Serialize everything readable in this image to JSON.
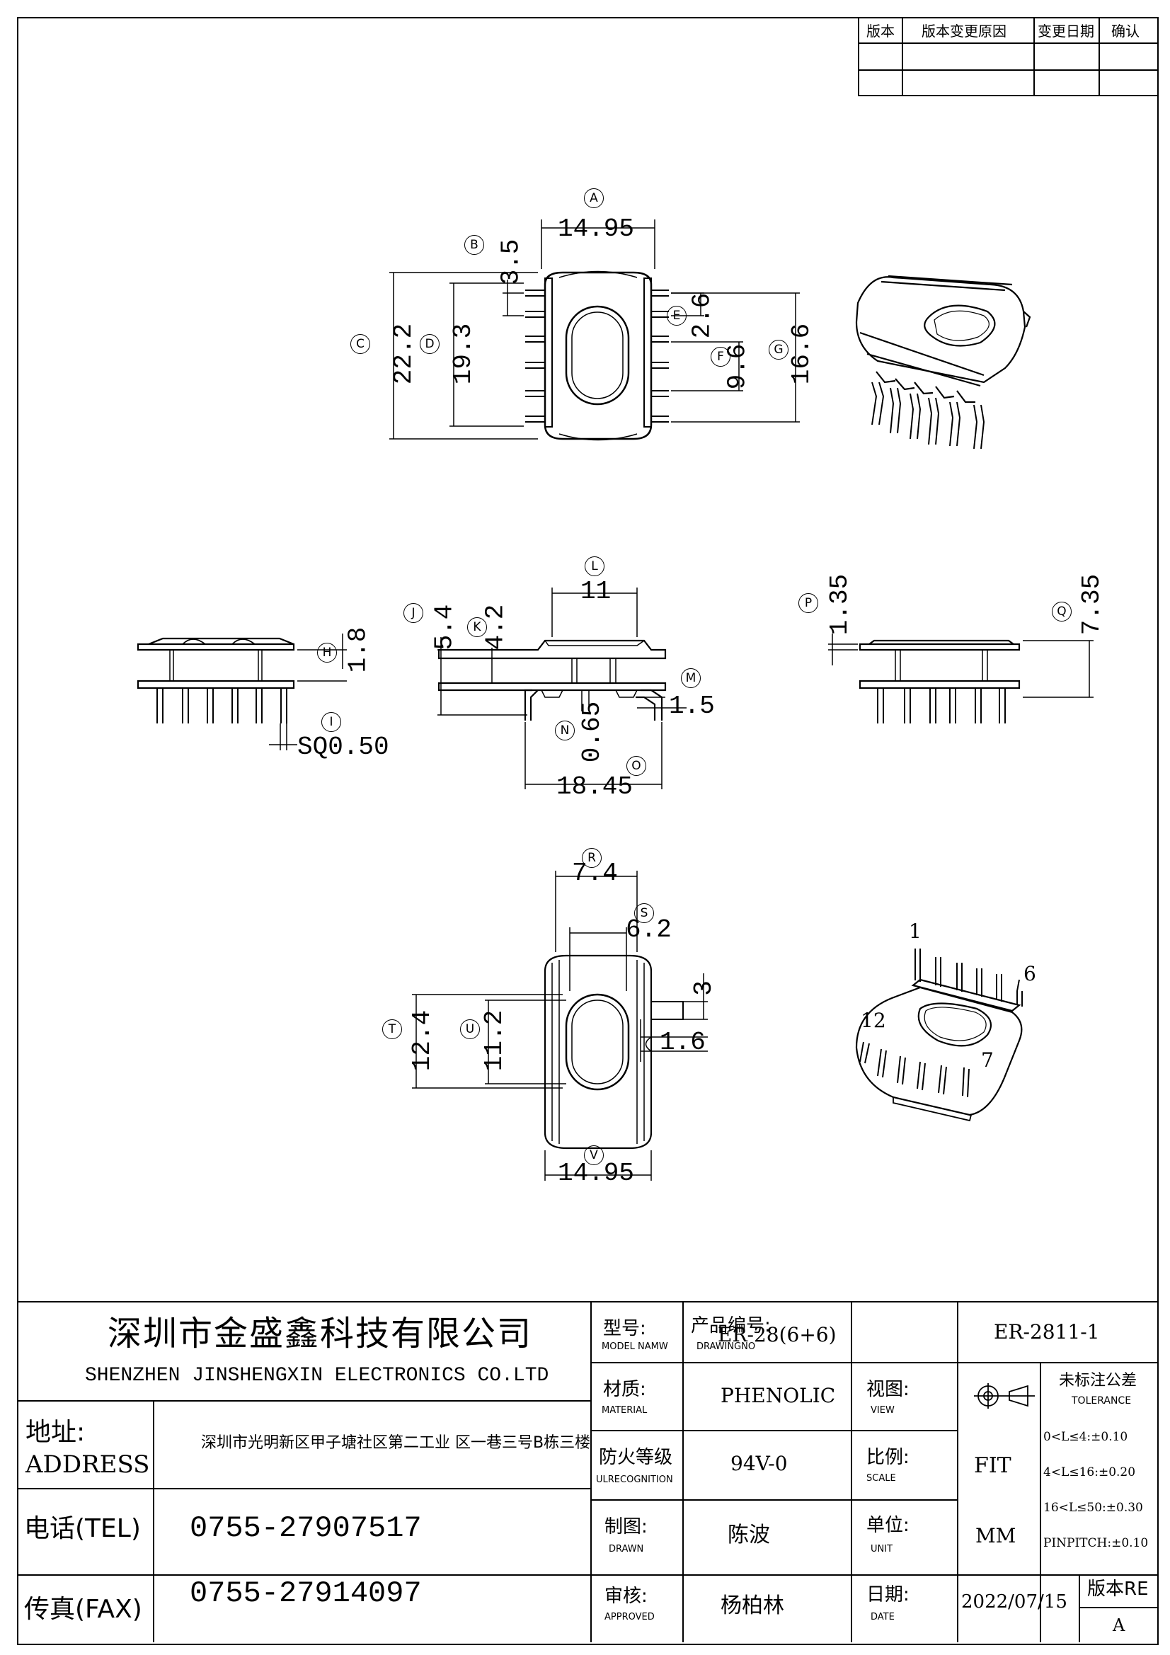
{
  "revision_table": {
    "headers": [
      "版本",
      "版本变更原因",
      "变更日期",
      "确认"
    ]
  },
  "dimensions": {
    "A": "14.95",
    "B": "3.5",
    "C": "22.2",
    "D": "19.3",
    "E": "2.6",
    "F": "9.6",
    "G": "16.6",
    "H": "1.8",
    "I": "SQ0.50",
    "J": "5.4",
    "K": "4.2",
    "L": "11",
    "M": "1.5",
    "N": "0.65",
    "O": "18.45",
    "P": "1.35",
    "Q": "7.35",
    "R": "7.4",
    "S": "6.2",
    "T": "12.4",
    "U": "11.2",
    "V": "14.95",
    "W3": "3",
    "W16": "1.6"
  },
  "balloons": [
    "A",
    "B",
    "C",
    "D",
    "E",
    "F",
    "G",
    "H",
    "I",
    "J",
    "K",
    "L",
    "M",
    "N",
    "O",
    "P",
    "Q",
    "R",
    "S",
    "T",
    "U",
    "V"
  ],
  "pin_labels": {
    "p1": "1",
    "p6": "6",
    "p12": "12",
    "p7": "7"
  },
  "title_block": {
    "company_cn": "深圳市金盛鑫科技有限公司",
    "company_en": "SHENZHEN JINSHENGXIN ELECTRONICS CO.LTD",
    "address_label_cn": "地址:",
    "address_label_en": "ADDRESS",
    "address_value": "深圳市光明新区甲子塘社区第二工业 区一巷三号B栋三楼",
    "tel_label": "电话(TEL)",
    "tel_value": "0755-27907517",
    "fax_label": "传真(FAX)",
    "fax_value": "0755-27914097",
    "model_label_cn": "型号:",
    "model_label_en": "MODEL NAMW",
    "model_value": "ER-28(6+6)",
    "material_label_cn": "材质:",
    "material_label_en": "MATERIAL",
    "material_value": "PHENOLIC",
    "fire_label_cn": "防火等级",
    "fire_label_en": "ULRECOGNITION",
    "fire_value": "94V-0",
    "drawn_label_cn": "制图:",
    "drawn_label_en": "DRAWN",
    "drawn_value": "陈波",
    "approved_label_cn": "审核:",
    "approved_label_en": "APPROVED",
    "approved_value": "杨柏林",
    "drawingno_label_cn": "产品编号:",
    "drawingno_label_en": "DRAWINGNO",
    "drawingno_value": "ER-2811-1",
    "view_label_cn": "视图:",
    "view_label_en": "VIEW",
    "scale_label_cn": "比例:",
    "scale_label_en": "SCALE",
    "scale_value": "FIT",
    "unit_label_cn": "单位:",
    "unit_label_en": "UNIT",
    "unit_value": "MM",
    "date_label_cn": "日期:",
    "date_label_en": "DATE",
    "date_value": "2022/07/15",
    "rev_label": "版本RE",
    "rev_value": "A",
    "tolerance_title_cn": "未标注公差",
    "tolerance_title_en": "TOLERANCE",
    "tolerance_rows": [
      "0<L≤4:±0.10",
      "4<L≤16:±0.20",
      "16<L≤50:±0.30",
      "PINPITCH:±0.10"
    ]
  }
}
